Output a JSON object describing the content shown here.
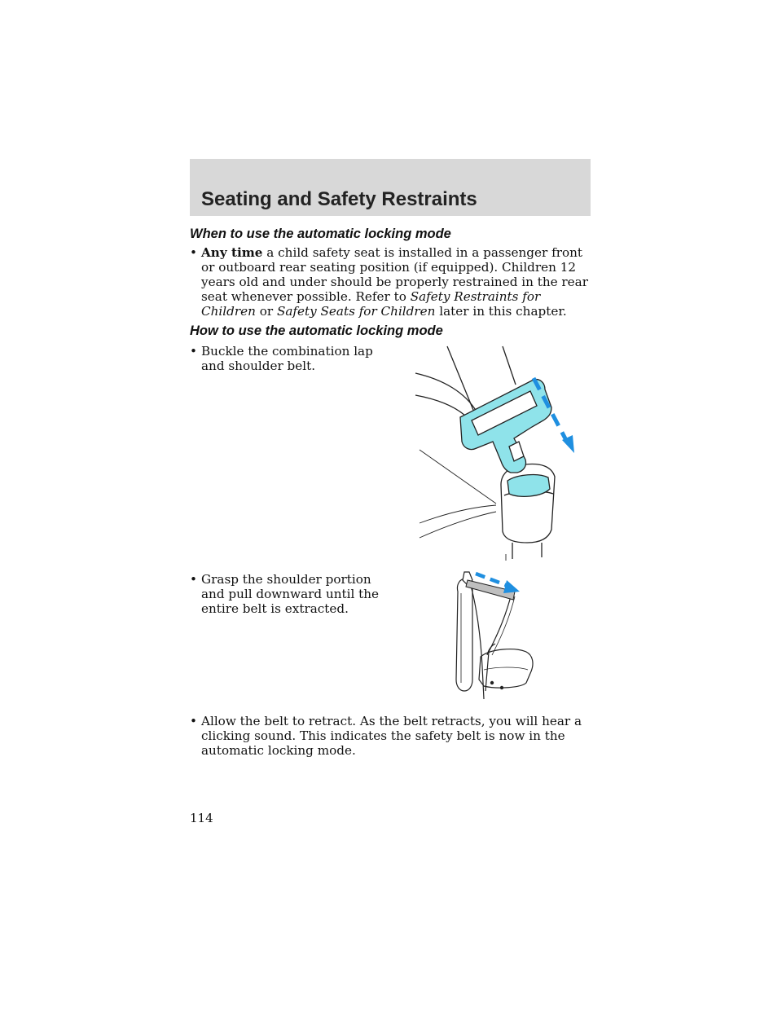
{
  "header": {
    "title": "Seating and Safety Restraints"
  },
  "section1": {
    "heading": "When to use the automatic locking mode",
    "bullet": {
      "lead": "Any time",
      "text_1": " a child safety seat is installed in a passenger front or outboard rear seating position (if equipped). Children 12 years old and under should be properly restrained in the rear seat whenever possible. Refer to ",
      "ref_1": "Safety Restraints for Children",
      "text_2": " or ",
      "ref_2": "Safety Seats for Children",
      "text_3": " later in this chapter."
    }
  },
  "section2": {
    "heading": "How to use the automatic locking mode",
    "steps": [
      {
        "text": "Buckle the combination lap and shoulder belt."
      },
      {
        "text": "Grasp the shoulder portion and pull downward until the entire belt is extracted."
      },
      {
        "text": "Allow the belt to retract. As the belt retracts, you will hear a clicking sound. This indicates the safety belt is now in the automatic locking mode."
      }
    ]
  },
  "illustrations": {
    "buckle": {
      "icon": "seat-belt-buckle-illustration",
      "accent": "#8fe3ea"
    },
    "seat": {
      "icon": "seat-shoulder-belt-illustration",
      "accent": "#8fe3ea"
    }
  },
  "bullet_glyph": "•",
  "page_number": "114"
}
